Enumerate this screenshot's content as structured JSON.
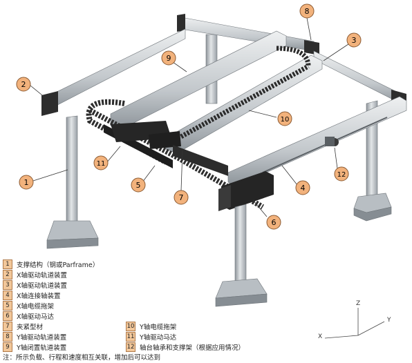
{
  "callouts": [
    "1",
    "2",
    "3",
    "4",
    "5",
    "6",
    "7",
    "8",
    "9",
    "10",
    "11",
    "12"
  ],
  "legend_left": [
    {
      "num": "1",
      "text": "支撑结构（钢或Parframe）"
    },
    {
      "num": "2",
      "text": "X轴驱动轨道装置"
    },
    {
      "num": "3",
      "text": "X轴驱动轨道装置"
    },
    {
      "num": "4",
      "text": "X轴连接轴装置"
    },
    {
      "num": "5",
      "text": "X轴电缆拖架"
    },
    {
      "num": "6",
      "text": "X轴驱动马达"
    },
    {
      "num": "7",
      "text": "夹紧型材"
    },
    {
      "num": "8",
      "text": "Y轴驱动轨道装置"
    },
    {
      "num": "9",
      "text": "Y轴闭置轨道装置"
    }
  ],
  "legend_right": [
    {
      "num": "10",
      "text": "Y轴电缆拖架"
    },
    {
      "num": "11",
      "text": "Y轴驱动马达"
    },
    {
      "num": "12",
      "text": "轴台轴承和支撑架（根据应用情况）"
    }
  ],
  "note": "注：所示负载、行程和速度相互关联，增加后可以达到",
  "axes": {
    "z": "Z",
    "y": "Y",
    "x": "X"
  },
  "colors": {
    "callout_fill": "#f2b27c",
    "callout_stroke": "#8a5a33",
    "steel": "#c9cdd1",
    "dark": "#2a2a2a"
  }
}
